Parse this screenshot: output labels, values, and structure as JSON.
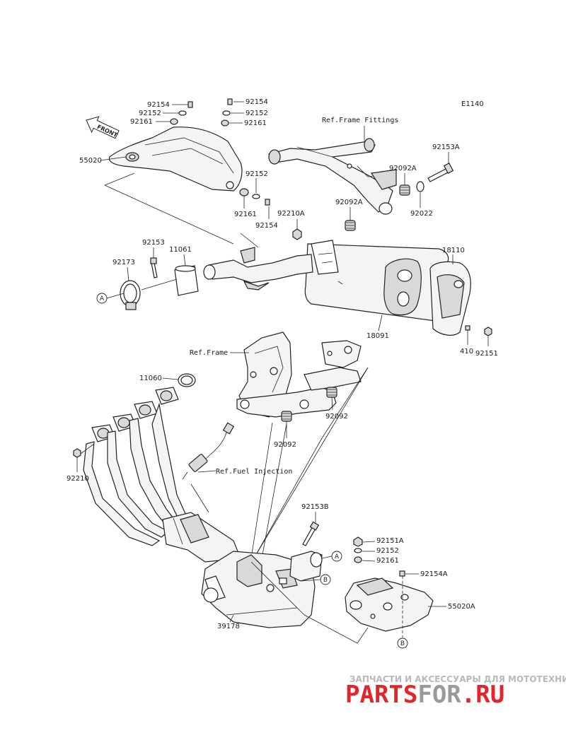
{
  "diagram_id": "E1140",
  "front_arrow": "FRONT",
  "refs": {
    "frame_fittings": "Ref.Frame Fittings",
    "frame": "Ref.Frame",
    "fuel_injection": "Ref.Fuel Injection"
  },
  "callouts": {
    "a": "A",
    "b": "B"
  },
  "parts": {
    "p92154_tl": "92154",
    "p92152_tl": "92152",
    "p92161_tl": "92161",
    "p92154_tc": "92154",
    "p92152_tc": "92152",
    "p92161_tc": "92161",
    "p55020": "55020",
    "p92152_m": "92152",
    "p92161_m": "92161",
    "p92154_m": "92154",
    "p92210A": "92210A",
    "p92092A_1": "92092A",
    "p92092A_2": "92092A",
    "p92153A": "92153A",
    "p92022": "92022",
    "p92153": "92153",
    "p11061": "11061",
    "p92173": "92173",
    "p18110": "18110",
    "p18091": "18091",
    "p410": "410",
    "p92151": "92151",
    "p11060": "11060",
    "p92092_1": "92092",
    "p92092_2": "92092",
    "p92210": "92210",
    "p92153B": "92153B",
    "p92151A": "92151A",
    "p92152_b": "92152",
    "p92161_b": "92161",
    "p92154A": "92154A",
    "p55020A": "55020A",
    "p39178": "39178"
  },
  "watermark": {
    "tagline": "ЗАПЧАСТИ И АКСЕССУАРЫ ДЛЯ МОТОТЕХНИКИ",
    "brand_a": "PARTS",
    "brand_b": "FOR",
    "brand_c": ".RU",
    "color_red": "#e2252b",
    "color_grey": "#9a9a9a"
  }
}
